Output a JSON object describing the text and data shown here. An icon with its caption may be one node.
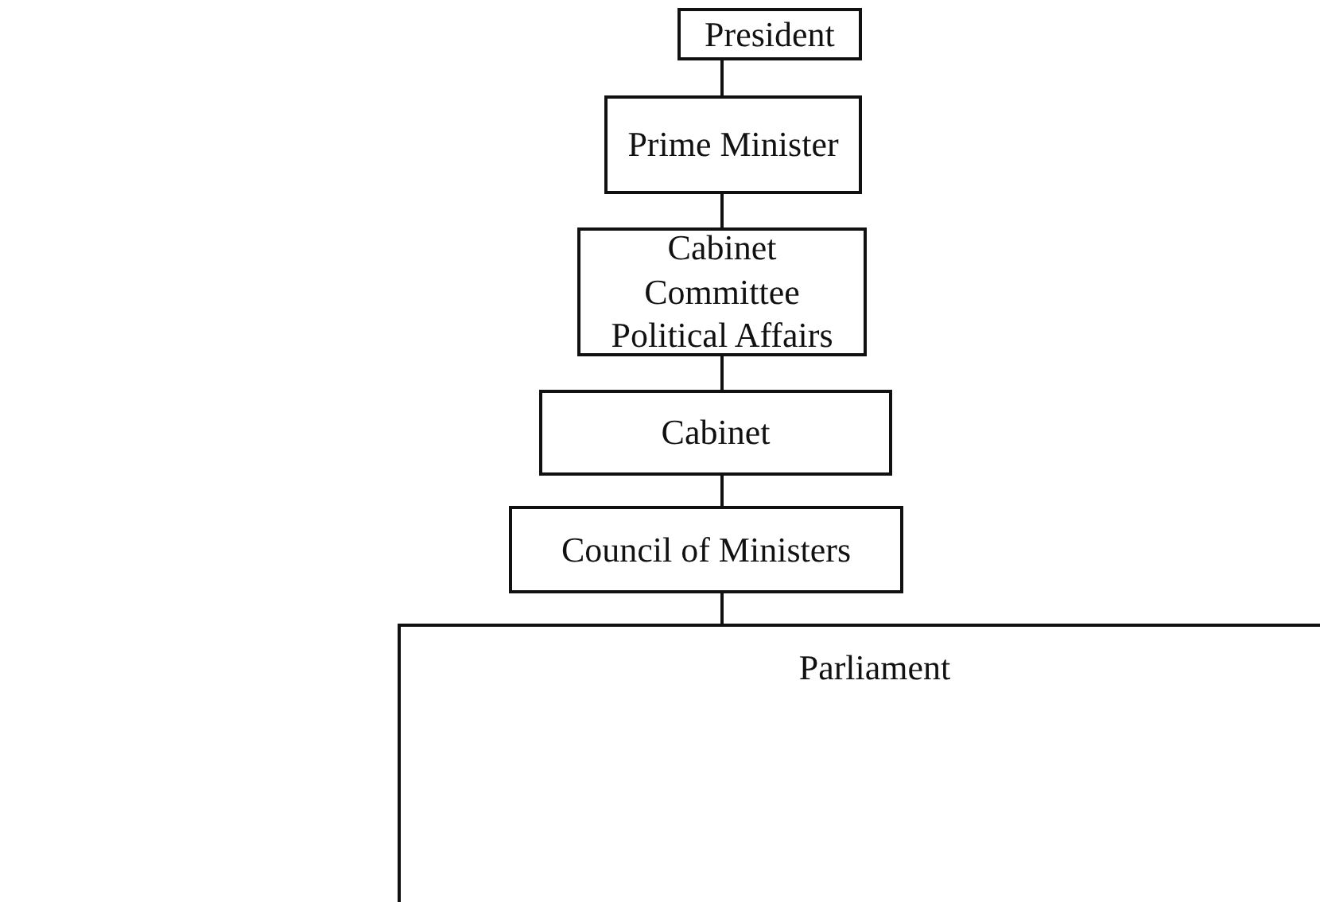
{
  "diagram": {
    "nodes": [
      {
        "text": [
          "President"
        ]
      },
      {
        "text": [
          "Prime Minister"
        ]
      },
      {
        "text": [
          "Cabinet Committee Political Affairs"
        ]
      },
      {
        "text": [
          "Cabinet"
        ]
      },
      {
        "text": [
          "Council of Ministers"
        ]
      },
      {
        "text": [
          "Parliament"
        ]
      }
    ],
    "edges": [
      {
        "from": 0,
        "to": 1,
        "arrow": "none"
      },
      {
        "from": 1,
        "to": 2,
        "arrow": "none"
      },
      {
        "from": 2,
        "to": 3,
        "arrow": "none"
      },
      {
        "from": 3,
        "to": 4,
        "arrow": "none"
      },
      {
        "from": 4,
        "to": 5,
        "arrow": "none"
      }
    ]
  }
}
